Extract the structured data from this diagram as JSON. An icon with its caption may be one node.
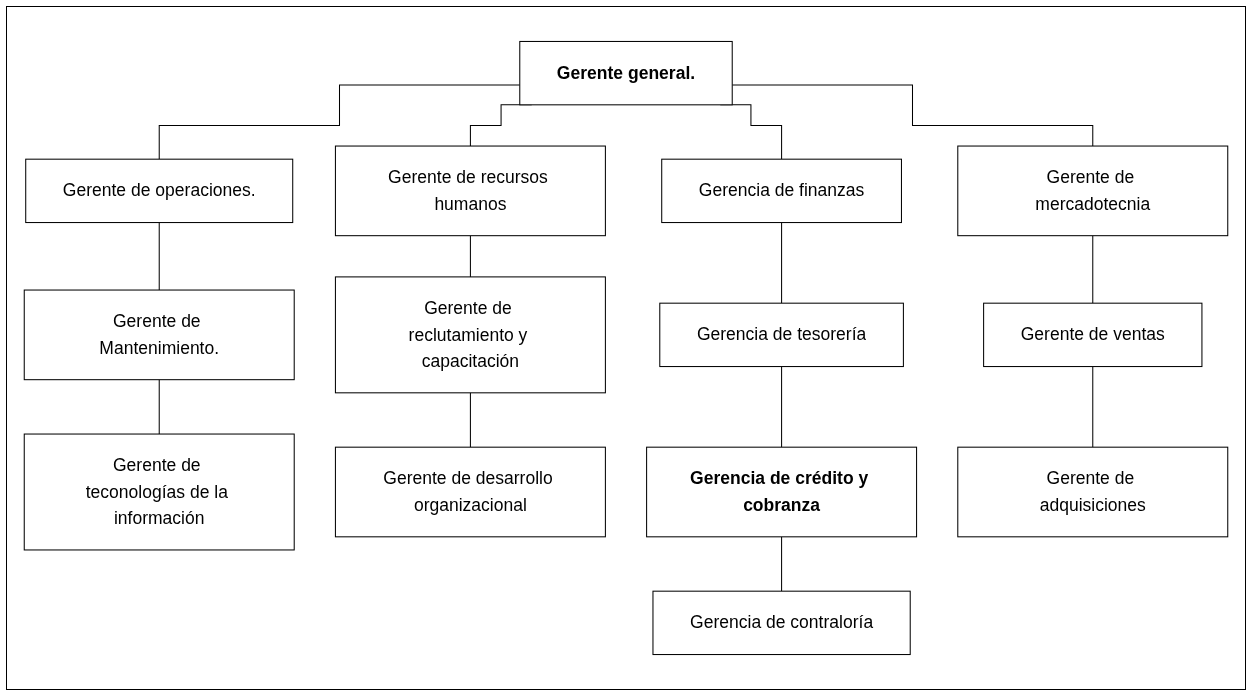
{
  "diagram": {
    "nodes": [
      {
        "text": [
          "Gerente general."
        ]
      },
      {
        "text": [
          "Gerente de operaciones."
        ]
      },
      {
        "text": [
          "Gerente de recursos humanos"
        ]
      },
      {
        "text": [
          "Gerencia de finanzas"
        ]
      },
      {
        "text": [
          "Gerente de mercadotecnia"
        ]
      },
      {
        "text": [
          "Gerente de Mantenimiento."
        ]
      },
      {
        "text": [
          "Gerente de reclutamiento y capacitación"
        ]
      },
      {
        "text": [
          "Gerencia de tesorería"
        ]
      },
      {
        "text": [
          "Gerente de ventas"
        ]
      },
      {
        "text": [
          "Gerente de teconologías de la información"
        ]
      },
      {
        "text": [
          "Gerente de desarrollo organizacional"
        ]
      },
      {
        "text": [
          "Gerencia de crédito y cobranza"
        ]
      },
      {
        "text": [
          "Gerente de adquisiciones"
        ]
      },
      {
        "text": [
          "Gerencia de contraloría"
        ]
      }
    ],
    "edges": [
      {
        "from": 0,
        "to": 1,
        "arrow": "none"
      },
      {
        "from": 0,
        "to": 2,
        "arrow": "none"
      },
      {
        "from": 0,
        "to": 3,
        "arrow": "none"
      },
      {
        "from": 0,
        "to": 4,
        "arrow": "none"
      },
      {
        "from": 1,
        "to": 5,
        "arrow": "none"
      },
      {
        "from": 5,
        "to": 9,
        "arrow": "none"
      },
      {
        "from": 2,
        "to": 6,
        "arrow": "none"
      },
      {
        "from": 6,
        "to": 10,
        "arrow": "none"
      },
      {
        "from": 3,
        "to": 7,
        "arrow": "none"
      },
      {
        "from": 7,
        "to": 11,
        "arrow": "none"
      },
      {
        "from": 11,
        "to": 13,
        "arrow": "none"
      },
      {
        "from": 4,
        "to": 8,
        "arrow": "none"
      },
      {
        "from": 8,
        "to": 12,
        "arrow": "none"
      }
    ]
  }
}
